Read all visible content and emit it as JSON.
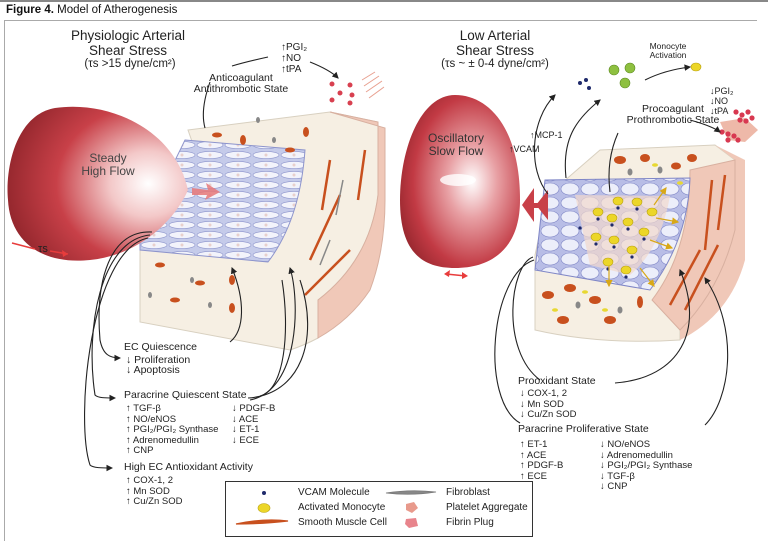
{
  "figure": {
    "label": "Figure 4.",
    "title": "Model of Atherogenesis"
  },
  "left_panel": {
    "heading_line1": "Physiologic Arterial",
    "heading_line2": "Shear Stress",
    "heading_sub": "(τs >15 dyne/cm²)",
    "flow_label_line1": "Steady",
    "flow_label_line2": "High Flow",
    "shear_symbol": "τs",
    "top_factors": [
      "↑PGI₂",
      "↑NO",
      "↑tPA"
    ],
    "state_label_line1": "Anticoagulant",
    "state_label_line2": "Antithrombotic State",
    "ec_quiescence": {
      "title": "EC Quiescence",
      "items": [
        "↓ Proliferation",
        "↓ Apoptosis"
      ]
    },
    "paracrine": {
      "title": "Paracrine Quiescent State",
      "col1": [
        "↑ TGF-β",
        "↑ NO/eNOS",
        "↑ PGI₂/PGI₂ Synthase",
        "↑ Adrenomedullin",
        "↑ CNP"
      ],
      "col2": [
        "↓ PDGF-B",
        "↓ ACE",
        "↓ ET-1",
        "↓ ECE"
      ]
    },
    "antioxidant": {
      "title": "High EC Antioxidant Activity",
      "items": [
        "↑ COX-1, 2",
        "↑ Mn SOD",
        "↑ Cu/Zn SOD"
      ]
    }
  },
  "right_panel": {
    "heading_line1": "Low Arterial",
    "heading_line2": "Shear Stress",
    "heading_sub": "(τs ~ ± 0-4 dyne/cm²)",
    "flow_label_line1": "Oscillatory",
    "flow_label_line2": "Slow Flow",
    "vcam_label": "↑VCAM",
    "mcp_label": "↑MCP-1",
    "monocyte_activation_line1": "Monocyte",
    "monocyte_activation_line2": "Activation",
    "top_factors": [
      "↓PGI₂",
      "↓NO",
      "↓tPA"
    ],
    "state_label_line1": "Procoagulant",
    "state_label_line2": "Prothrombotic State",
    "prooxidant": {
      "title": "Prooxidant State",
      "items": [
        "↓ COX-1, 2",
        "↓ Mn SOD",
        "↓ Cu/Zn SOD"
      ]
    },
    "paracrine": {
      "title": "Paracrine Proliferative State",
      "col1": [
        "↑ ET-1",
        "↑ ACE",
        "↑ PDGF-B",
        "↑ ECE"
      ],
      "col2": [
        "↓ NO/eNOS",
        "↓ Adrenomedullin",
        "↓ PGI₂/PGI₂ Synthase",
        "↓ TGF-β",
        "↓ CNP"
      ]
    }
  },
  "legend": {
    "items": [
      {
        "label": "VCAM Molecule",
        "icon": "vcam-dot-icon",
        "color": "#1f2a6b"
      },
      {
        "label": "Activated Monocyte",
        "icon": "monocyte-icon",
        "color": "#e8d832"
      },
      {
        "label": "Smooth Muscle Cell",
        "icon": "smooth-muscle-icon",
        "color": "#c8501e"
      },
      {
        "label": "Fibroblast",
        "icon": "fibroblast-icon",
        "color": "#888888"
      },
      {
        "label": "Platelet Aggregate",
        "icon": "platelet-icon",
        "color": "#e89a8c"
      },
      {
        "label": "Fibrin Plug",
        "icon": "fibrin-icon",
        "color": "#e8848c"
      }
    ]
  },
  "colors": {
    "flow_red": "#c0323c",
    "endothelium_blue": "#c8cdea",
    "tissue_cream": "#f6efe3",
    "media_pink": "#f0c8b8",
    "smc_orange": "#c8501e"
  }
}
